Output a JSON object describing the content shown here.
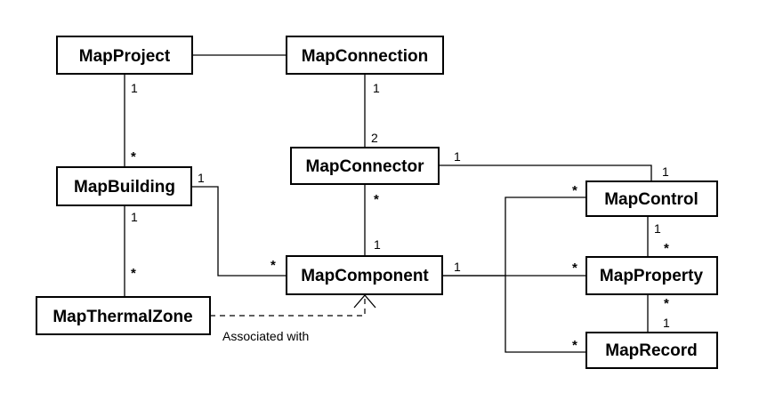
{
  "classes": {
    "map_project": "MapProject",
    "map_connection": "MapConnection",
    "map_connector": "MapConnector",
    "map_building": "MapBuilding",
    "map_control": "MapControl",
    "map_component": "MapComponent",
    "map_property": "MapProperty",
    "map_thermal_zone": "MapThermalZone",
    "map_record": "MapRecord"
  },
  "multiplicities": {
    "project_building_project_end": "1",
    "project_building_building_end": "*",
    "connection_connector_connection_end": "1",
    "connection_connector_connector_end": "2",
    "connector_control_connector_end": "1",
    "connector_control_control_end": "1",
    "building_component_building_end": "1",
    "building_component_component_end": "*",
    "connector_component_connector_end": "*",
    "connector_component_component_end": "1",
    "building_zone_building_end": "1",
    "building_zone_zone_end": "*",
    "component_right_component_end": "1",
    "component_control_control_end": "*",
    "component_property_property_end": "*",
    "component_record_record_end": "*",
    "control_property_control_end": "1",
    "control_property_property_end": "*",
    "property_record_property_end": "*",
    "property_record_record_end": "1"
  },
  "association_note": "Associated with"
}
